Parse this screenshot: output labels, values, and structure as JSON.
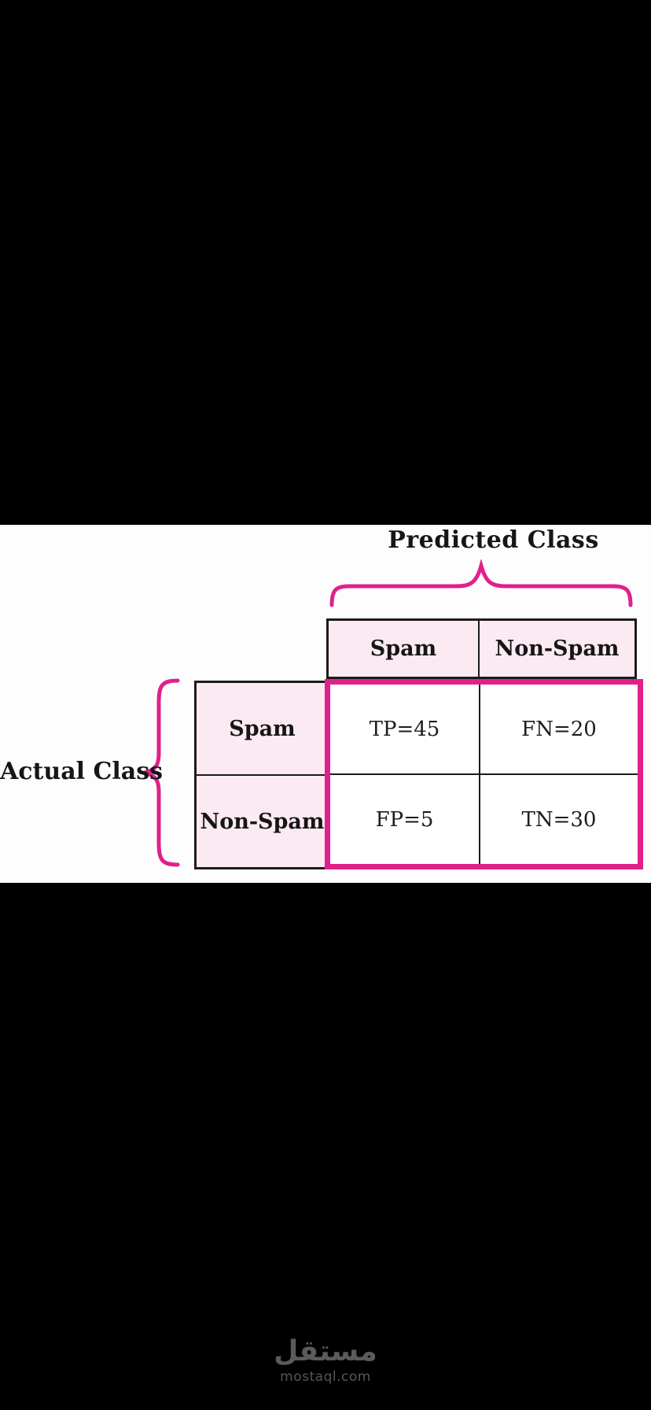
{
  "figure": {
    "title": "Predicted Class",
    "side_label": "Actual Class",
    "matrix": {
      "col_headers": [
        "Spam",
        "Non-Spam"
      ],
      "row_headers": [
        "Spam",
        "Non-Spam"
      ],
      "cells": [
        [
          "TP=45",
          "FN=20"
        ],
        [
          "FP=5",
          "TN=30"
        ]
      ]
    }
  },
  "chart_data": {
    "type": "table",
    "title": "Predicted Class",
    "row_axis": "Actual Class",
    "columns": [
      "Spam",
      "Non-Spam"
    ],
    "rows": [
      "Spam",
      "Non-Spam"
    ],
    "values": [
      [
        45,
        20
      ],
      [
        5,
        30
      ]
    ],
    "cell_labels": [
      [
        "TP=45",
        "FN=20"
      ],
      [
        "FP=5",
        "TN=30"
      ]
    ]
  },
  "colors": {
    "accent_pink": "#e0218a",
    "cell_fill_pink": "#fceaf3",
    "background": "#000000",
    "canvas": "#fefdfe"
  },
  "watermark": {
    "logo": "مستقل",
    "domain": "mostaql.com"
  }
}
